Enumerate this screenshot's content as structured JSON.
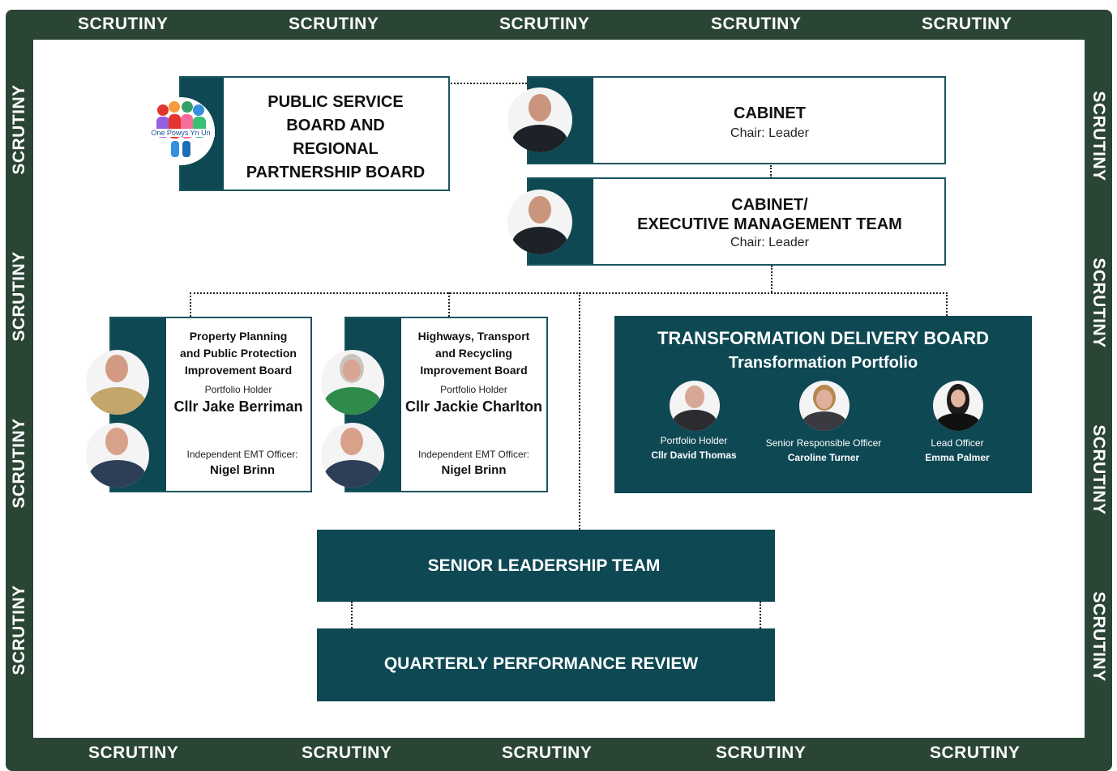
{
  "scrutiny_label": "SCRUTINY",
  "psb": {
    "title_lines": [
      "PUBLIC SERVICE",
      "BOARD AND",
      "REGIONAL",
      "PARTNERSHIP BOARD"
    ],
    "logo_text": "One Powys Yn Un"
  },
  "cabinet": {
    "title": "CABINET",
    "chair": "Chair: Leader"
  },
  "cabinet_emt": {
    "title_line1": "CABINET/",
    "title_line2": "EXECUTIVE MANAGEMENT TEAM",
    "chair": "Chair: Leader"
  },
  "property_board": {
    "title_lines": [
      "Property Planning",
      "and Public Protection",
      "Improvement Board"
    ],
    "portfolio_label": "Portfolio Holder",
    "portfolio_name": "Cllr Jake Berriman",
    "officer_label": "Independent EMT Officer:",
    "officer_name": "Nigel Brinn"
  },
  "highways_board": {
    "title_lines": [
      "Highways, Transport",
      "and Recycling",
      "Improvement Board"
    ],
    "portfolio_label": "Portfolio Holder",
    "portfolio_name": "Cllr Jackie Charlton",
    "officer_label": "Independent EMT Officer:",
    "officer_name": "Nigel Brinn"
  },
  "transformation": {
    "title": "TRANSFORMATION DELIVERY BOARD",
    "subtitle": "Transformation Portfolio",
    "people": [
      {
        "role": "Portfolio Holder",
        "name": "Cllr David Thomas"
      },
      {
        "role": "Senior Responsible Officer",
        "name": "Caroline Turner"
      },
      {
        "role": "Lead Officer",
        "name": "Emma Palmer"
      }
    ]
  },
  "slt": {
    "title": "SENIOR LEADERSHIP TEAM"
  },
  "qpr": {
    "title": "QUARTERLY PERFORMANCE REVIEW"
  },
  "colors": {
    "frame": "#2b4535",
    "teal": "#0e4853"
  }
}
